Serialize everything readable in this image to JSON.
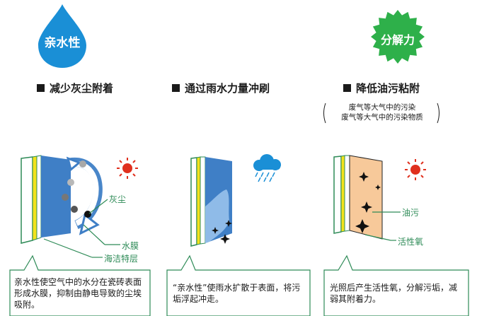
{
  "badges": {
    "hydrophilic": "亲水性",
    "decompose": "分解力"
  },
  "headings": {
    "col1": "减少灰尘附着",
    "col2": "通过雨水力量冲刷",
    "col3": "降低油污粘附"
  },
  "note": {
    "line1": "废气等大气中的污染",
    "line2": "废气等大气中的污染物质"
  },
  "labels": {
    "dust": "灰尘",
    "water_film": "水膜",
    "haijie_layer": "海洁特层",
    "oil": "油污",
    "active_oxygen": "活性氧"
  },
  "boxes": {
    "col1": "亲水性使空气中的水分在瓷砖表面形成水膜，抑制由静电导致的尘埃吸附。",
    "col2": "“亲水性”使雨水扩散于表面，将污垢浮起冲走。",
    "col3": "光照后产生活性氧，分解污垢，减弱其附着力。"
  },
  "colors": {
    "blue": "#1a8fd6",
    "green": "#2eb04a",
    "line_green": "#2e8b57",
    "tile_blue": "#3f7fc6",
    "orange_tile": "#f7c99a",
    "sun": "#e0301e",
    "yellow": "#f2e21c"
  }
}
